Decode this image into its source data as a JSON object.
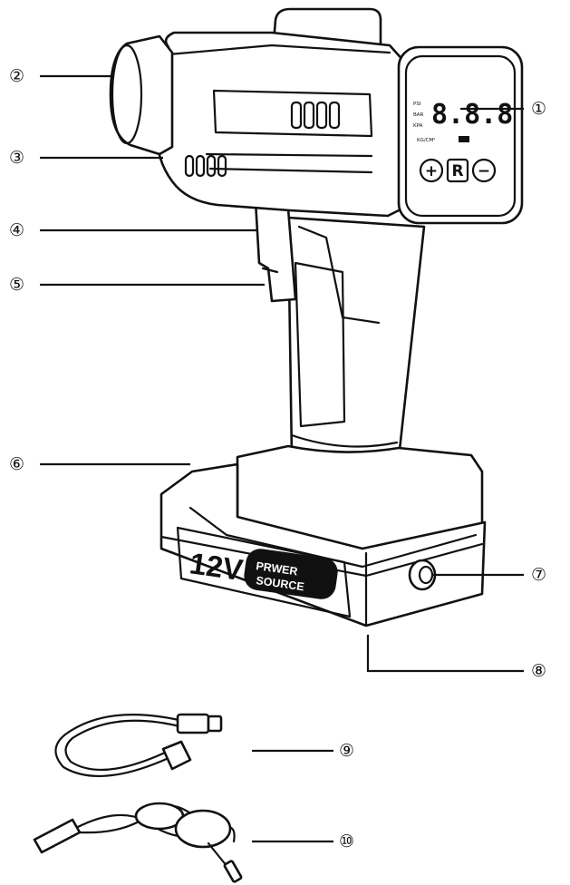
{
  "callouts": [
    "①",
    "②",
    "③",
    "④",
    "⑤",
    "⑥",
    "⑦",
    "⑧",
    "⑨",
    "⑩"
  ],
  "display": {
    "digits": "8.8.8",
    "units": [
      "PSI",
      "BAR",
      "KPA",
      "KG/CM²"
    ]
  },
  "buttons": {
    "plus": "+",
    "reset": "R",
    "minus": "−"
  },
  "battery": {
    "voltage": "12V",
    "power_line1": "PRWER",
    "power_line2": "SOURCE"
  }
}
